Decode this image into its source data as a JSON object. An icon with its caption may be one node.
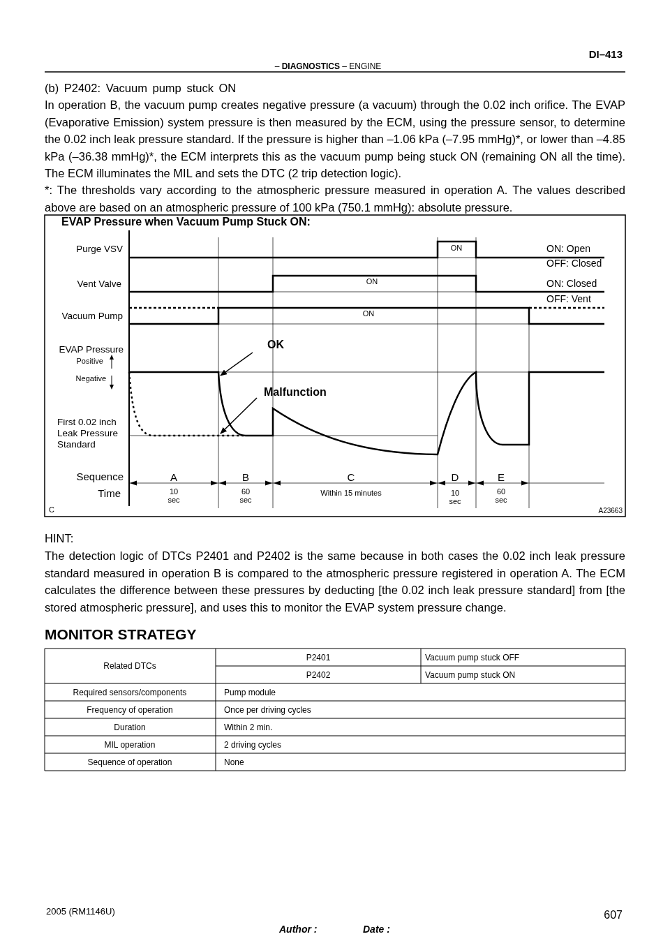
{
  "diagram": {
    "title": "EVAP Pressure when Vacuum Pump Stuck ON:",
    "nodes": [
      {
        "text": [
          "OK"
        ]
      },
      {
        "text": [
          "Malfunction"
        ]
      }
    ],
    "edges": [
      {
        "from": 0,
        "to": null,
        "arrow": "to"
      },
      {
        "from": 1,
        "to": null,
        "arrow": "to"
      }
    ],
    "labels": [
      "– **DIAGNOSTICS** – ENGINE",
      "DI–413",
      "(b) P2402: Vacuum pump stuck ON",
      "In operation B, the vacuum pump creates negative pressure (a vacuum) through the 0.02 inch orifice. The EVAP (Evaporative Emission) system pressure is then measured by the ECM, using the pressure sensor, to determine the 0.02 inch leak pressure standard. If the pressure is higher than –1.06 kPa (–7.95 mmHg)*, or lower than –4.85 kPa (–36.38 mmHg)*, the ECM interprets this as the vacuum pump being stuck ON (remaining ON all the time). The ECM illuminates the MIL and sets the DTC (2 trip detection logic).",
      "*: The thresholds vary according to the atmospheric pressure measured in operation A. The values described above are based on an atmospheric pressure of 100 kPa (750.1 mmHg): absolute pressure.",
      "Purge VSV",
      "Vent Valve",
      "Vacuum Pump",
      "EVAP Pressure",
      "Positive",
      "Negative",
      "First 0.02 inch Leak Pressure Standard",
      "Sequence",
      "Time",
      "ON",
      "ON: Open",
      "OFF: Closed",
      "ON",
      "ON: Closed",
      "OFF: Vent",
      "ON",
      "A",
      "B",
      "C",
      "D",
      "E",
      "10 sec",
      "60 sec",
      "Within 15 minutes",
      "10 sec",
      "60 sec",
      "C",
      "A23663",
      "HINT:",
      "The detection logic of DTCs P2401 and P2402 is the same because in both cases the 0.02 inch leak pressure standard measured in operation B is compared to the atmospheric pressure registered in operation A. The ECM calculates the difference between these pressures by deducting [the 0.02 inch leak pressure standard] from [the stored atmospheric pressure], and uses this to monitor the EVAP system pressure change.",
      "MONITOR STRATEGY",
      "Related DTCs",
      "P2401",
      "Vacuum pump stuck OFF",
      "P2402",
      "Vacuum pump stuck ON",
      "Required sensors/components",
      "Pump module",
      "Frequency of operation",
      "Once per driving cycles",
      "Duration",
      "Within 2 min.",
      "MIL operation",
      "2 driving cycles",
      "Sequence of operation",
      "None",
      "2005 (RM1146U)",
      "Author :",
      "Date :",
      "607"
    ]
  }
}
